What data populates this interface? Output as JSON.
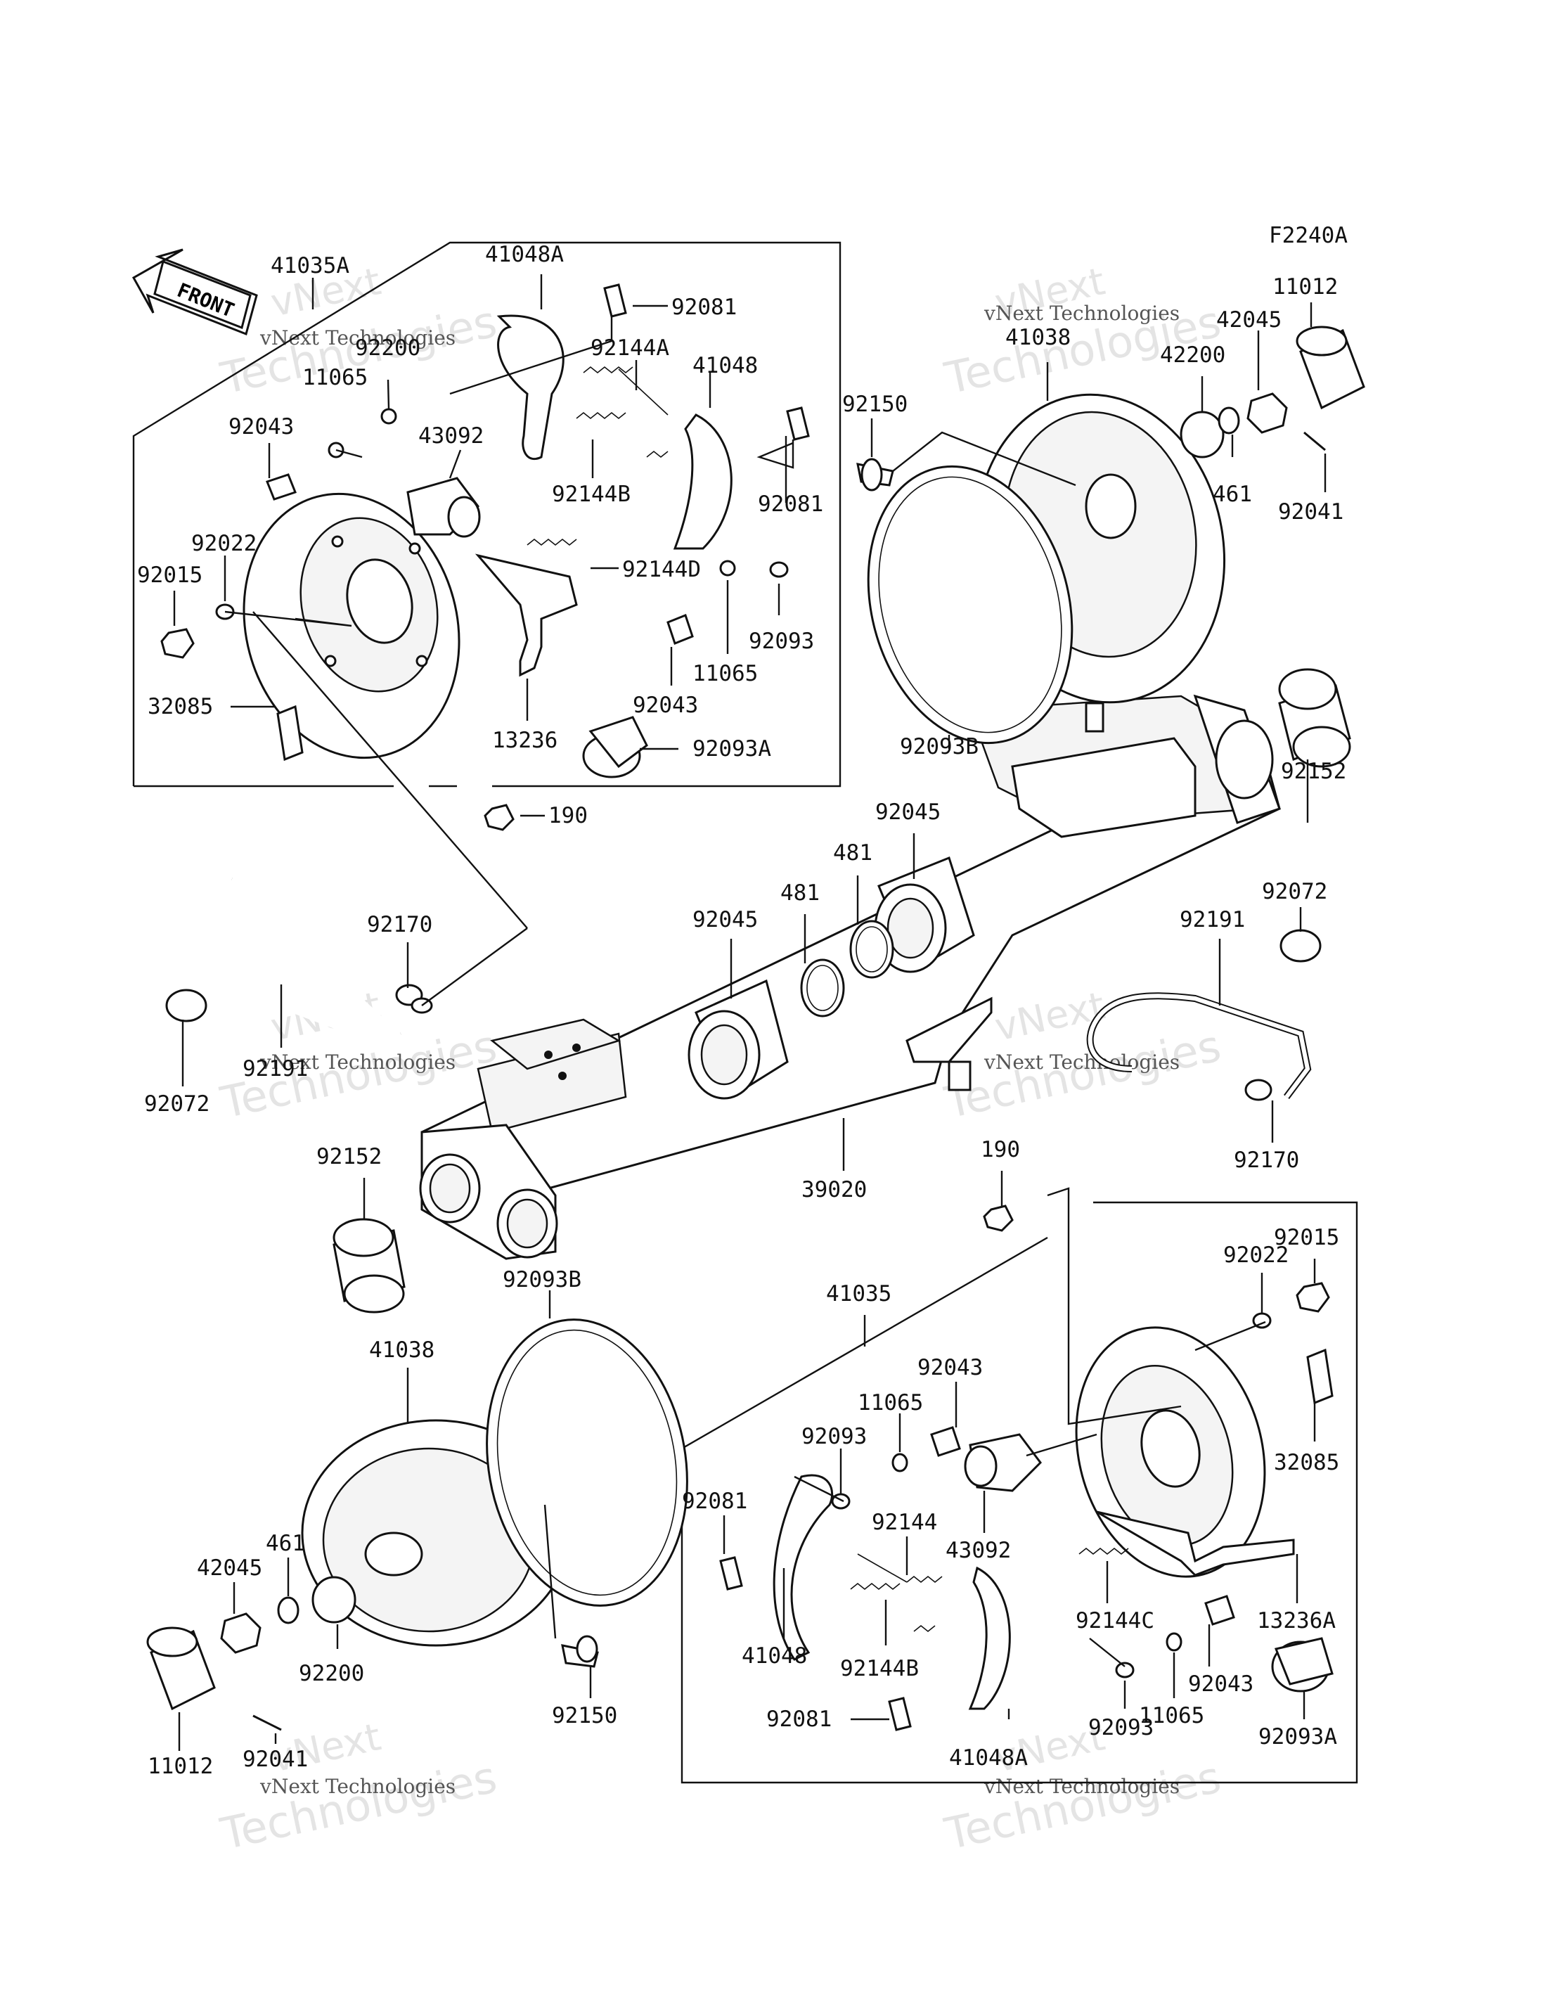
{
  "figure_code": "F2240A",
  "front_label": "FRONT",
  "watermark": {
    "line1": "vNext",
    "line2": "Technologies",
    "small": "vNext Technologies"
  },
  "labels": [
    {
      "id": "l-41035a",
      "text": "41035A"
    },
    {
      "id": "l-41048a-top",
      "text": "41048A"
    },
    {
      "id": "l-92081-a",
      "text": "92081"
    },
    {
      "id": "l-92200-top",
      "text": "92200"
    },
    {
      "id": "l-92144a",
      "text": "92144A"
    },
    {
      "id": "l-11065-a",
      "text": "11065"
    },
    {
      "id": "l-41048-top",
      "text": "41048"
    },
    {
      "id": "l-92043-a",
      "text": "92043"
    },
    {
      "id": "l-43092-top",
      "text": "43092"
    },
    {
      "id": "l-92144b-top",
      "text": "92144B"
    },
    {
      "id": "l-92081-b",
      "text": "92081"
    },
    {
      "id": "l-92022-a",
      "text": "92022"
    },
    {
      "id": "l-92015-a",
      "text": "92015"
    },
    {
      "id": "l-92144d",
      "text": "92144D"
    },
    {
      "id": "l-92093-a",
      "text": "92093"
    },
    {
      "id": "l-11065-b",
      "text": "11065"
    },
    {
      "id": "l-92043-b",
      "text": "92043"
    },
    {
      "id": "l-32085-a",
      "text": "32085"
    },
    {
      "id": "l-13236",
      "text": "13236"
    },
    {
      "id": "l-92093a-top",
      "text": "92093A"
    },
    {
      "id": "l-190-a",
      "text": "190"
    },
    {
      "id": "l-41038-top",
      "text": "41038"
    },
    {
      "id": "l-42200-top",
      "text": "42200"
    },
    {
      "id": "l-42045-top",
      "text": "42045"
    },
    {
      "id": "l-11012-top",
      "text": "11012"
    },
    {
      "id": "l-92150-top",
      "text": "92150"
    },
    {
      "id": "l-461-top",
      "text": "461"
    },
    {
      "id": "l-92041-top",
      "text": "92041"
    },
    {
      "id": "l-92093b-top",
      "text": "92093B"
    },
    {
      "id": "l-92152-right",
      "text": "92152"
    },
    {
      "id": "l-92045-a",
      "text": "92045"
    },
    {
      "id": "l-481-a",
      "text": "481"
    },
    {
      "id": "l-481-b",
      "text": "481"
    },
    {
      "id": "l-92045-b",
      "text": "92045"
    },
    {
      "id": "l-92072-right",
      "text": "92072"
    },
    {
      "id": "l-92191-right",
      "text": "92191"
    },
    {
      "id": "l-92170-left",
      "text": "92170"
    },
    {
      "id": "l-92191-left",
      "text": "92191"
    },
    {
      "id": "l-92072-left",
      "text": "92072"
    },
    {
      "id": "l-92152-left",
      "text": "92152"
    },
    {
      "id": "l-39020",
      "text": "39020"
    },
    {
      "id": "l-190-b",
      "text": "190"
    },
    {
      "id": "l-92170-right",
      "text": "92170"
    },
    {
      "id": "l-92015-b",
      "text": "92015"
    },
    {
      "id": "l-92022-b",
      "text": "92022"
    },
    {
      "id": "l-92093b-bottom",
      "text": "92093B"
    },
    {
      "id": "l-41035",
      "text": "41035"
    },
    {
      "id": "l-41038-bottom",
      "text": "41038"
    },
    {
      "id": "l-92043-c",
      "text": "92043"
    },
    {
      "id": "l-11065-c",
      "text": "11065"
    },
    {
      "id": "l-92093-b",
      "text": "92093"
    },
    {
      "id": "l-32085-b",
      "text": "32085"
    },
    {
      "id": "l-92081-c",
      "text": "92081"
    },
    {
      "id": "l-43092-bottom",
      "text": "43092"
    },
    {
      "id": "l-92144",
      "text": "92144"
    },
    {
      "id": "l-461-bottom",
      "text": "461"
    },
    {
      "id": "l-42045-bottom",
      "text": "42045"
    },
    {
      "id": "l-13236a",
      "text": "13236A"
    },
    {
      "id": "l-92144c",
      "text": "92144C"
    },
    {
      "id": "l-41048-bottom",
      "text": "41048"
    },
    {
      "id": "l-92144b-bottom",
      "text": "92144B"
    },
    {
      "id": "l-92200-bottom",
      "text": "92200"
    },
    {
      "id": "l-92043-d",
      "text": "92043"
    },
    {
      "id": "l-92093a-bottom",
      "text": "92093A"
    },
    {
      "id": "l-92150-bottom",
      "text": "92150"
    },
    {
      "id": "l-11065-d",
      "text": "11065"
    },
    {
      "id": "l-92081-d",
      "text": "92081"
    },
    {
      "id": "l-92093-c",
      "text": "92093"
    },
    {
      "id": "l-41048a-bottom",
      "text": "41048A"
    },
    {
      "id": "l-11012-bottom",
      "text": "11012"
    },
    {
      "id": "l-92041-bottom",
      "text": "92041"
    }
  ]
}
